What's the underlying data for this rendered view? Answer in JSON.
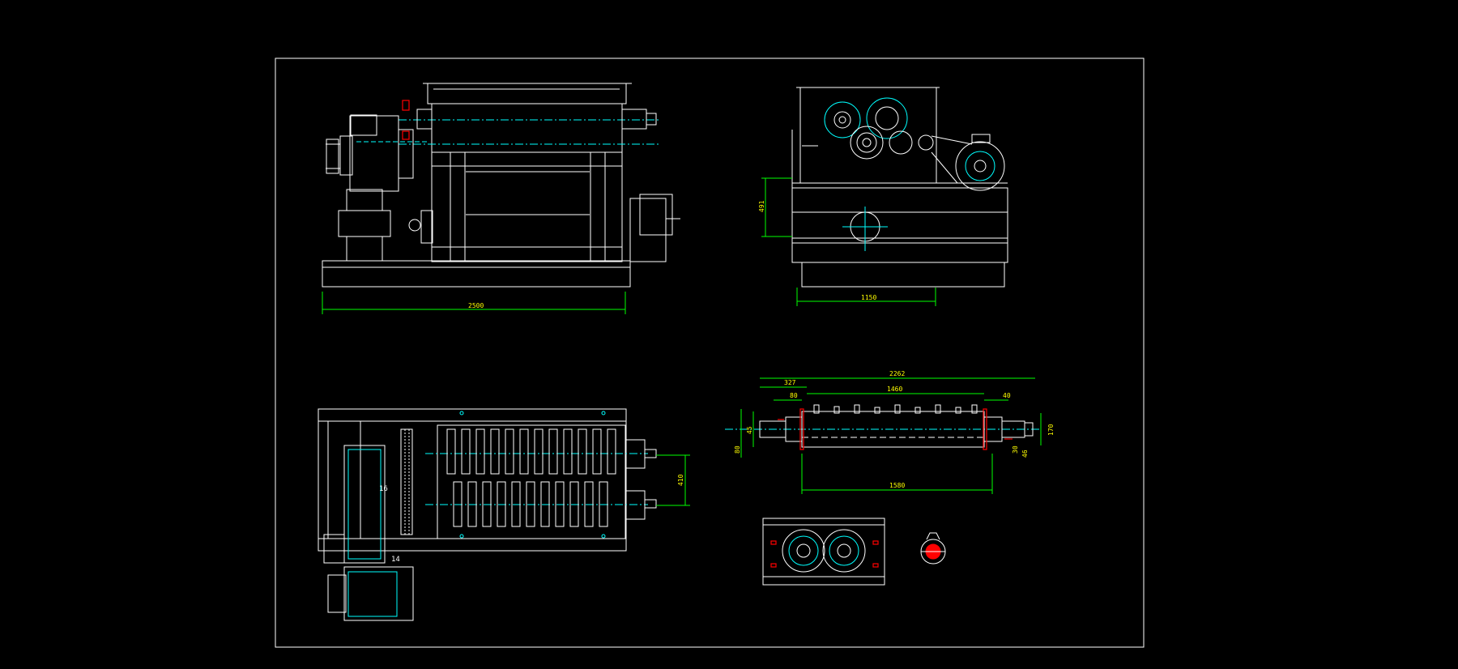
{
  "drawing": {
    "colors": {
      "background": "#000000",
      "outline": "#ffffff",
      "dimension": "#00ff00",
      "dimension_text": "#ffff00",
      "centerline": "#00ffff",
      "highlight": "#ff0000"
    },
    "views": {
      "front_elevation": {
        "dimensions": {
          "overall_length": "2500"
        }
      },
      "side_elevation": {
        "dimensions": {
          "height": "491",
          "width": "1150"
        }
      },
      "plan_view": {
        "dimensions": {
          "shaft_spacing": "410"
        },
        "part_labels": {
          "gear": "16",
          "coupling": "14"
        }
      },
      "shaft_detail": {
        "dimensions": {
          "overall": "2262",
          "left_offset": "327",
          "blade_span": "1460",
          "flange": "80",
          "right_end": "40",
          "bearing_left": "45",
          "bore_left": "80",
          "total_length": "1580",
          "diameter_right": "170",
          "small_right_1": "30",
          "small_right_2": "46"
        }
      },
      "section_view": {},
      "blade_detail": {}
    }
  }
}
